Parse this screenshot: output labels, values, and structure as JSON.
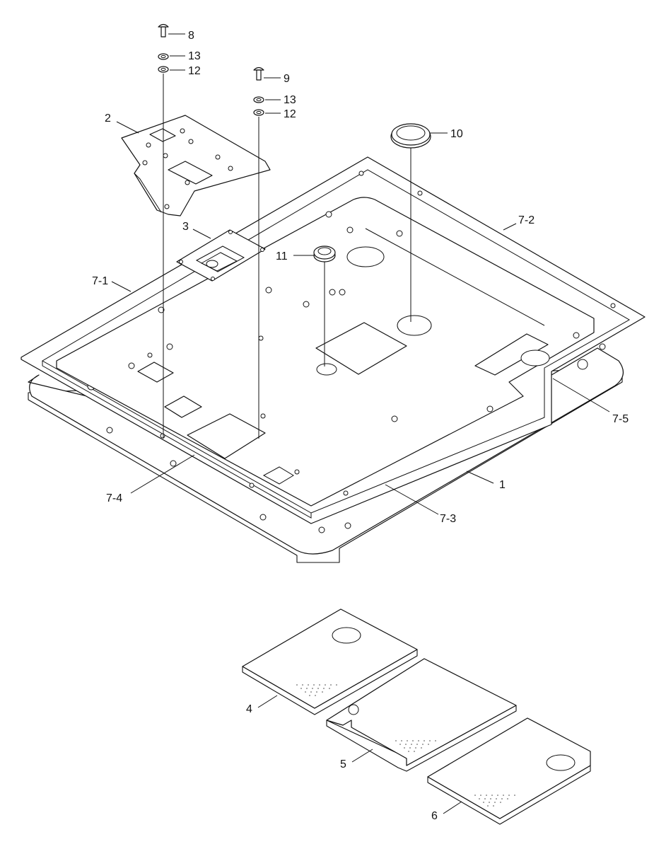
{
  "callouts": {
    "c1": "1",
    "c2": "2",
    "c3": "3",
    "c4": "4",
    "c5": "5",
    "c6": "6",
    "c7_1": "7-1",
    "c7_2": "7-2",
    "c7_3": "7-3",
    "c7_4": "7-4",
    "c7_5": "7-5",
    "c8": "8",
    "c9": "9",
    "c10": "10",
    "c11": "11",
    "c12a": "12",
    "c12b": "12",
    "c13a": "13",
    "c13b": "13"
  }
}
